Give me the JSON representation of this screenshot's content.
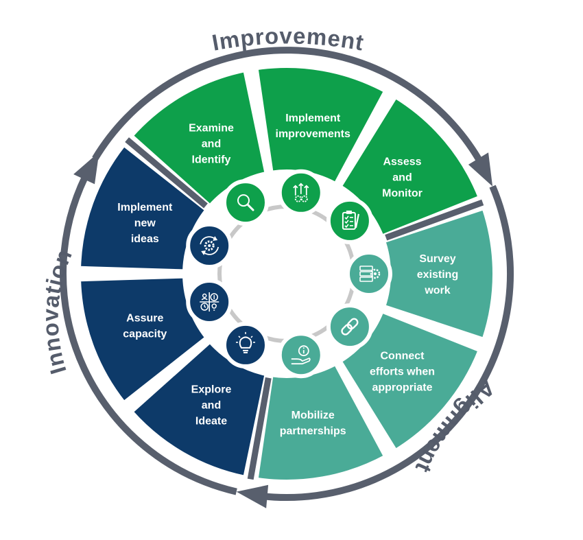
{
  "colors": {
    "improvement": "#0ea04b",
    "alignment": "#4aab97",
    "innovation": "#0d3a69",
    "ring": "#585f6d",
    "center_ring": "#c8c8c8",
    "divider": "#ffffff"
  },
  "arcs": [
    {
      "label": "Improvement"
    },
    {
      "label": "Alignment"
    },
    {
      "label": "Innovation"
    }
  ],
  "segments": [
    {
      "group": "improvement",
      "lines": [
        "Examine",
        "and",
        "Identify"
      ],
      "icon": "magnifier-icon"
    },
    {
      "group": "improvement",
      "lines": [
        "Implement",
        "improvements"
      ],
      "icon": "growth-gears-icon"
    },
    {
      "group": "improvement",
      "lines": [
        "Assess",
        "and",
        "Monitor"
      ],
      "icon": "checklist-icon"
    },
    {
      "group": "alignment",
      "lines": [
        "Survey",
        "existing",
        "work"
      ],
      "icon": "server-gear-icon"
    },
    {
      "group": "alignment",
      "lines": [
        "Connect",
        "efforts when",
        "appropriate"
      ],
      "icon": "chain-link-icon"
    },
    {
      "group": "alignment",
      "lines": [
        "Mobilize",
        "partnerships"
      ],
      "icon": "hand-info-icon"
    },
    {
      "group": "innovation",
      "lines": [
        "Explore",
        "and",
        "Ideate"
      ],
      "icon": "lightbulb-icon"
    },
    {
      "group": "innovation",
      "lines": [
        "Assure",
        "capacity"
      ],
      "icon": "resources-grid-icon"
    },
    {
      "group": "innovation",
      "lines": [
        "Implement",
        "new",
        "ideas"
      ],
      "icon": "cycle-gear-icon"
    }
  ]
}
